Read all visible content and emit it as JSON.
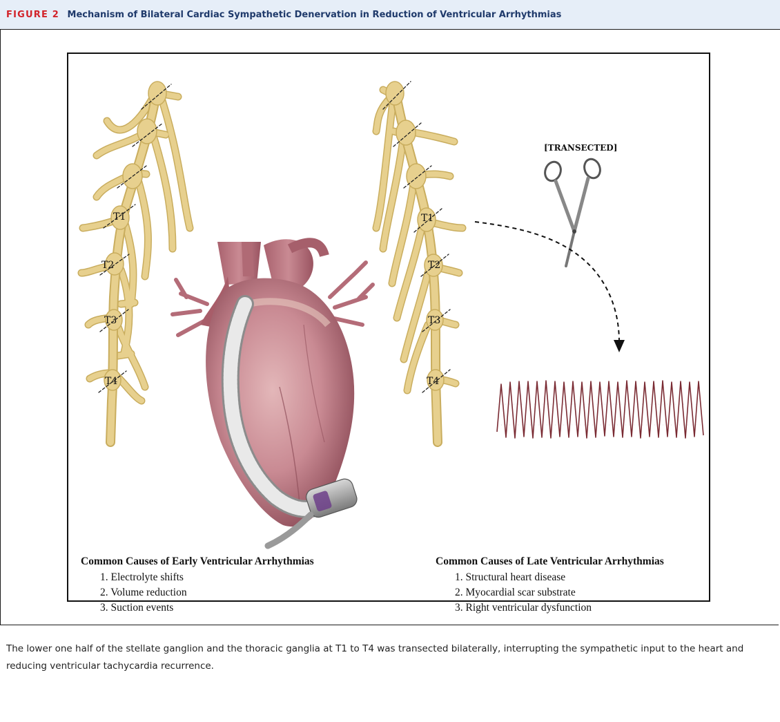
{
  "figure": {
    "label": "FIGURE 2",
    "title": "Mechanism of Bilateral Cardiac Sympathetic Denervation in Reduction of Ventricular Arrhythmias"
  },
  "diagram": {
    "ganglia_labels": [
      "T1",
      "T2",
      "T3",
      "T4"
    ],
    "scissors_label": "[TRANSECTED]",
    "early_causes": {
      "heading": "Common Causes of Early Ventricular Arrhythmias",
      "items": [
        "1. Electrolyte shifts",
        "2. Volume reduction",
        "3. Suction events"
      ]
    },
    "late_causes": {
      "heading": "Common Causes of Late Ventricular Arrhythmias",
      "items": [
        "1. Structural heart disease",
        "2. Myocardial scar substrate",
        "3. Right ventricular dysfunction"
      ]
    }
  },
  "caption": "The lower one half of the stellate ganglion and the thoracic ganglia at T1 to T4 was transected bilaterally, interrupting the sympathetic input to the heart and reducing ventricular tachycardia recurrence.",
  "colors": {
    "header_bg": "#e6eef8",
    "figure_label": "#d2232a",
    "figure_title": "#1f3a6b",
    "nerve": "#e7d08e",
    "nerve_edge": "#c9ad5e",
    "heart": "#c98a93",
    "ecg": "#7a2b33"
  }
}
